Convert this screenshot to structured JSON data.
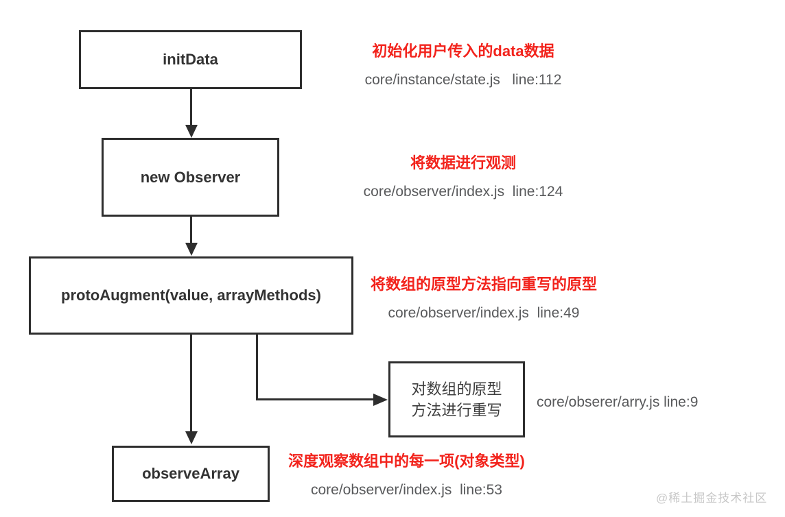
{
  "nodes": {
    "init_data": {
      "label": "initData"
    },
    "new_observer": {
      "label": "new Observer"
    },
    "proto_augment": {
      "label": "protoAugment(value, arrayMethods)"
    },
    "rewrite_proto": {
      "label": "对数组的原型\n方法进行重写"
    },
    "observe_array": {
      "label": "observeArray"
    }
  },
  "annotations": {
    "init_data": {
      "title": "初始化用户传入的data数据",
      "location": "core/instance/state.js   line:112"
    },
    "new_observer": {
      "title": "将数据进行观测",
      "location": "core/observer/index.js  line:124"
    },
    "proto_augment": {
      "title": "将数组的原型方法指向重写的原型",
      "location": "core/observer/index.js  line:49"
    },
    "rewrite_proto": {
      "location": "core/obserer/arry.js line:9"
    },
    "observe_array": {
      "title": "深度观察数组中的每一项(对象类型)",
      "location": "core/observer/index.js  line:53"
    }
  },
  "watermark": "@稀土掘金技术社区",
  "colors": {
    "annotation_red": "#f2231c",
    "node_border": "#2e2e2e",
    "node_text": "#333333",
    "file_path_text": "#58595b",
    "watermark_text": "#c8c8c8",
    "background": "#ffffff"
  }
}
